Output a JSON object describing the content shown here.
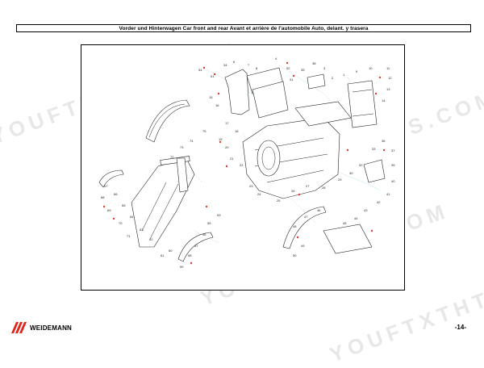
{
  "header": {
    "title": "Vorder und Hinterwagen Car front and rear Avant et arrière de l'automobile Auto, delant. y trasera"
  },
  "watermark": {
    "text_a": "YOUFTXTHTS.COM",
    "text_b": "YOUFTXTHTS.COM",
    "text_c": "YOUFTXTHTS.COM",
    "text_d": "YOUFTXTHTS.COM"
  },
  "diagram": {
    "callouts": [
      "54",
      "51",
      "34",
      "6",
      "7",
      "8",
      "4",
      "52",
      "31",
      "35",
      "38",
      "3",
      "2",
      "1",
      "9",
      "10",
      "11",
      "12",
      "13",
      "14",
      "15",
      "16",
      "17",
      "18",
      "19",
      "20",
      "21",
      "22",
      "23",
      "24",
      "25",
      "26",
      "27",
      "28",
      "29",
      "30",
      "32",
      "33",
      "36",
      "37",
      "39",
      "40",
      "41",
      "42",
      "43",
      "44",
      "45",
      "46",
      "47",
      "48",
      "49",
      "50",
      "53",
      "55",
      "56",
      "57",
      "58",
      "59",
      "60",
      "61",
      "62",
      "63",
      "64",
      "65",
      "66",
      "67",
      "68",
      "69",
      "70",
      "71",
      "72",
      "73",
      "74",
      "75"
    ]
  },
  "footer": {
    "brand": "WEIDEMANN",
    "page_number": "-14-"
  },
  "colors": {
    "logo_red": "#e2231a",
    "ref_red": "#e23a2f",
    "lead_cyan": "#55aaaa"
  }
}
